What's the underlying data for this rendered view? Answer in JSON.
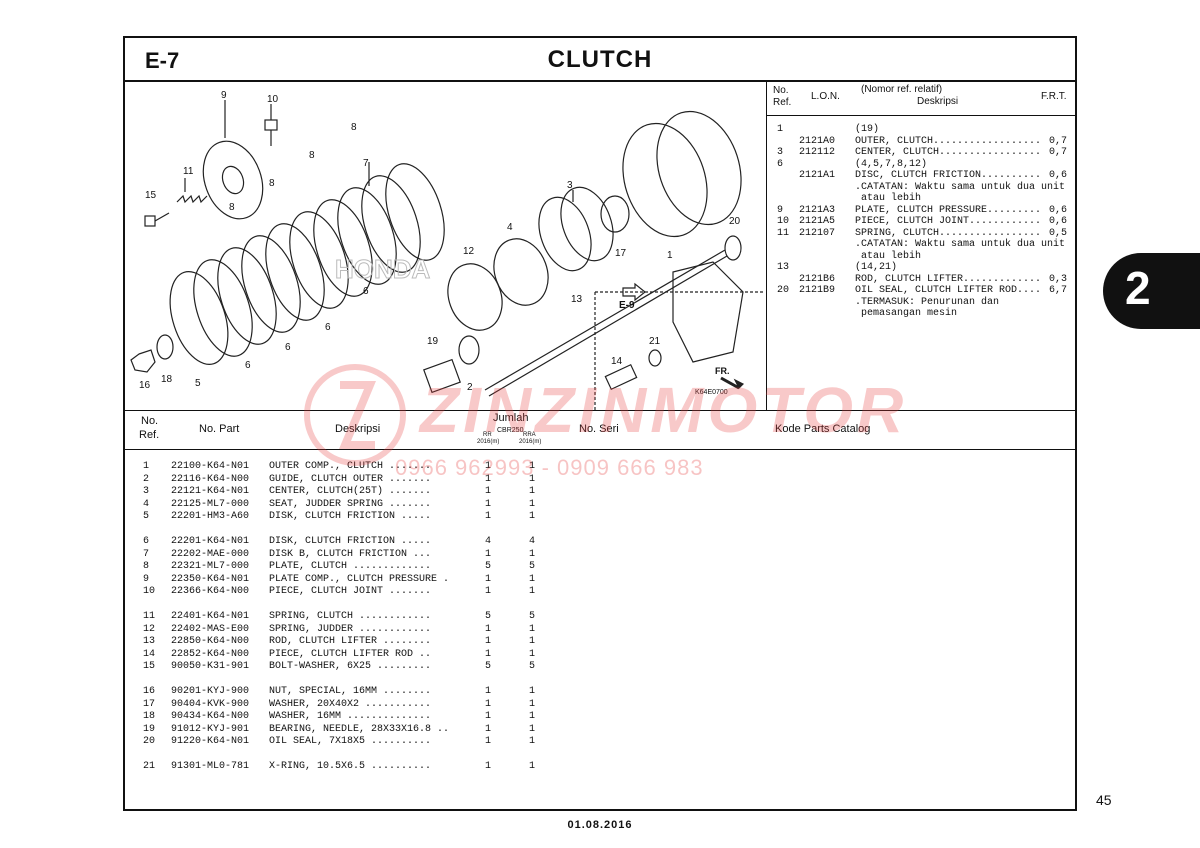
{
  "section": {
    "code": "E-7",
    "title": "CLUTCH"
  },
  "lon_header": {
    "no": "No.",
    "ref": "Ref.",
    "lon": "L.O.N.",
    "nomor": "(Nomor ref. relatif)",
    "deskripsi": "Deskripsi",
    "frt": "F.R.T."
  },
  "lon_rows": [
    {
      "ref": "1",
      "lon": "",
      "desc": "(19)",
      "frt": ""
    },
    {
      "ref": "",
      "lon": "2121A0",
      "desc": "OUTER, CLUTCH..................",
      "frt": "0,7"
    },
    {
      "ref": "3",
      "lon": "212112",
      "desc": "CENTER, CLUTCH.................",
      "frt": "0,7"
    },
    {
      "ref": "6",
      "lon": "",
      "desc": "(4,5,7,8,12)",
      "frt": ""
    },
    {
      "ref": "",
      "lon": "2121A1",
      "desc": "DISC, CLUTCH FRICTION..........",
      "frt": "0,6"
    },
    {
      "ref": "",
      "lon": "",
      "desc": ".CATATAN: Waktu sama untuk dua unit",
      "frt": ""
    },
    {
      "ref": "",
      "lon": "",
      "desc": " atau lebih",
      "frt": ""
    },
    {
      "ref": "9",
      "lon": "2121A3",
      "desc": "PLATE, CLUTCH PRESSURE.........",
      "frt": "0,6"
    },
    {
      "ref": "10",
      "lon": "2121A5",
      "desc": "PIECE, CLUTCH JOINT............",
      "frt": "0,6"
    },
    {
      "ref": "11",
      "lon": "212107",
      "desc": "SPRING, CLUTCH.................",
      "frt": "0,5"
    },
    {
      "ref": "",
      "lon": "",
      "desc": ".CATATAN: Waktu sama untuk dua unit",
      "frt": ""
    },
    {
      "ref": "",
      "lon": "",
      "desc": " atau lebih",
      "frt": ""
    },
    {
      "ref": "13",
      "lon": "",
      "desc": "(14,21)",
      "frt": ""
    },
    {
      "ref": "",
      "lon": "2121B6",
      "desc": "ROD, CLUTCH LIFTER.............",
      "frt": "0,3"
    },
    {
      "ref": "20",
      "lon": "2121B9",
      "desc": "OIL SEAL, CLUTCH LIFTER ROD....",
      "frt": "6,7"
    },
    {
      "ref": "",
      "lon": "",
      "desc": ".TERMASUK: Penurunan dan",
      "frt": ""
    },
    {
      "ref": "",
      "lon": "",
      "desc": " pemasangan mesin",
      "frt": ""
    }
  ],
  "parts_header": {
    "no": "No.",
    "ref": "Ref.",
    "part": "No. Part",
    "deskripsi": "Deskripsi",
    "jumlah": "Jumlah",
    "model": "CBR250",
    "col1": "RR",
    "col1b": "2016(m)",
    "col2": "RRA",
    "col2b": "2016(m)",
    "seri": "No. Seri",
    "kode": "Kode Parts Catalog"
  },
  "parts": [
    {
      "ref": "1",
      "part": "22100-K64-N01",
      "desc": "OUTER COMP., CLUTCH .......",
      "q1": "1",
      "q2": "1"
    },
    {
      "ref": "2",
      "part": "22116-K64-N00",
      "desc": "GUIDE, CLUTCH OUTER .......",
      "q1": "1",
      "q2": "1"
    },
    {
      "ref": "3",
      "part": "22121-K64-N01",
      "desc": "CENTER, CLUTCH(25T) .......",
      "q1": "1",
      "q2": "1"
    },
    {
      "ref": "4",
      "part": "22125-ML7-000",
      "desc": "SEAT, JUDDER SPRING .......",
      "q1": "1",
      "q2": "1"
    },
    {
      "ref": "5",
      "part": "22201-HM3-A60",
      "desc": "DISK, CLUTCH FRICTION .....",
      "q1": "1",
      "q2": "1"
    },
    {
      "gap": true
    },
    {
      "ref": "6",
      "part": "22201-K64-N01",
      "desc": "DISK, CLUTCH FRICTION .....",
      "q1": "4",
      "q2": "4"
    },
    {
      "ref": "7",
      "part": "22202-MAE-000",
      "desc": "DISK B, CLUTCH FRICTION ...",
      "q1": "1",
      "q2": "1"
    },
    {
      "ref": "8",
      "part": "22321-ML7-000",
      "desc": "PLATE, CLUTCH .............",
      "q1": "5",
      "q2": "5"
    },
    {
      "ref": "9",
      "part": "22350-K64-N01",
      "desc": "PLATE COMP., CLUTCH PRESSURE .",
      "q1": "1",
      "q2": "1"
    },
    {
      "ref": "10",
      "part": "22366-K64-N00",
      "desc": "PIECE, CLUTCH JOINT .......",
      "q1": "1",
      "q2": "1"
    },
    {
      "gap": true
    },
    {
      "ref": "11",
      "part": "22401-K64-N01",
      "desc": "SPRING, CLUTCH ............",
      "q1": "5",
      "q2": "5"
    },
    {
      "ref": "12",
      "part": "22402-MAS-E00",
      "desc": "SPRING, JUDDER ............",
      "q1": "1",
      "q2": "1"
    },
    {
      "ref": "13",
      "part": "22850-K64-N00",
      "desc": "ROD, CLUTCH LIFTER ........",
      "q1": "1",
      "q2": "1"
    },
    {
      "ref": "14",
      "part": "22852-K64-N00",
      "desc": "PIECE, CLUTCH LIFTER ROD ..",
      "q1": "1",
      "q2": "1"
    },
    {
      "ref": "15",
      "part": "90050-K31-901",
      "desc": "BOLT-WASHER, 6X25 .........",
      "q1": "5",
      "q2": "5"
    },
    {
      "gap": true
    },
    {
      "ref": "16",
      "part": "90201-KYJ-900",
      "desc": "NUT, SPECIAL, 16MM ........",
      "q1": "1",
      "q2": "1"
    },
    {
      "ref": "17",
      "part": "90404-KVK-900",
      "desc": "WASHER, 20X40X2 ...........",
      "q1": "1",
      "q2": "1"
    },
    {
      "ref": "18",
      "part": "90434-K64-N00",
      "desc": "WASHER, 16MM ..............",
      "q1": "1",
      "q2": "1"
    },
    {
      "ref": "19",
      "part": "91012-KYJ-901",
      "desc": "BEARING, NEEDLE, 28X33X16.8 ..",
      "q1": "1",
      "q2": "1"
    },
    {
      "ref": "20",
      "part": "91220-K64-N01",
      "desc": "OIL SEAL, 7X18X5 ..........",
      "q1": "1",
      "q2": "1"
    },
    {
      "gap": true
    },
    {
      "ref": "21",
      "part": "91301-ML0-781",
      "desc": "X-RING, 10.5X6.5 ..........",
      "q1": "1",
      "q2": "1"
    }
  ],
  "diagram": {
    "callouts": [
      "9",
      "10",
      "11",
      "15",
      "8",
      "8",
      "8",
      "8",
      "8",
      "7",
      "3",
      "4",
      "12",
      "17",
      "1",
      "20",
      "13",
      "6",
      "6",
      "6",
      "6",
      "6",
      "5",
      "16",
      "18",
      "19",
      "2",
      "21",
      "14"
    ],
    "ref_label": "E-9",
    "fr_label": "FR.",
    "code": "K64E0700",
    "brand": "HONDA"
  },
  "watermark": {
    "name": "ZINZINMOTOR",
    "phone": "0966 962993 - 0909 666 983"
  },
  "tab_number": "2",
  "page_number": "45",
  "date": "01.08.2016"
}
